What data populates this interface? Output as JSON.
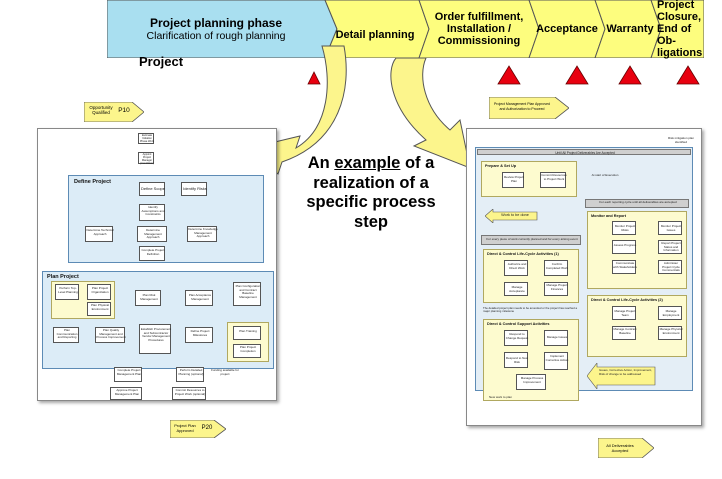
{
  "phases": {
    "planning_title": "Project planning phase",
    "planning_sub": "Clarification of rough planning",
    "detail": "Detail planning",
    "order_line1": "Order fulfillment,",
    "order_line2": "Installation /",
    "order_line3": "Commissioning",
    "acceptance": "Acceptance",
    "warranty": "Warranty",
    "closure_line1": "Project",
    "closure_line2": "Closure,",
    "closure_line3": "End of Ob-",
    "closure_line4": "ligations"
  },
  "project_label": "Project",
  "example": {
    "pre": "An ",
    "underlined": "example",
    "post": " of a",
    "line2": "realization of a",
    "line3": "specific process",
    "line4": "step"
  },
  "colors": {
    "bar_blue": "#a9dff0",
    "bar_yellow": "#fdfd7e",
    "milestone_red": "#e8000f",
    "arrow_yellow": "#fcf58c",
    "panel_blue": "#dcecf7"
  },
  "left_doc": {
    "flag_top_line1": "Opportunity",
    "flag_top_line2": "Qualified",
    "flag_top_code": "P10",
    "flag_bottom_line1": "Project Plan",
    "flag_bottom_line2": "Approved",
    "flag_bottom_code": "P20",
    "define_title": "Define Project",
    "plan_title": "Plan Project",
    "boxes": {
      "estimate": "Estimate Initiation Phase Work",
      "appoint": "Appoint Project Manager (Candidate)",
      "define_scope": "Define Scope",
      "identify_risks": "Identify Risks",
      "identify_assumptions": "Identify Assumptions and Constraints",
      "determine_technical": "Determine Technical Approach",
      "determine_management": "Determine Management Approach",
      "determine_knowledge": "Determine Knowledge Management Approach",
      "complete_definition": "Complete Project Definition",
      "perform_toplevel": "Perform Top-Level Planning",
      "plan_organization": "Plan Project Organization",
      "plan_environment": "Plan Physical Environment",
      "plan_risk": "Plan Risk Management",
      "plan_acceptance": "Plan Acceptance Management",
      "plan_configuration": "Plan Configuration and Contract Baseline Management",
      "plan_communication": "Plan Communication and Reporting",
      "plan_quality": "Plan Quality Management and Process Improvement",
      "establish_procurement": "Establish Procurement and Subcontractor Vendor Management Procedures",
      "define_milestones": "Define Project Milestones",
      "plan_training": "Plan Training",
      "plan_completion": "Plan Project Completion",
      "complete_plan": "Complete Project Management Plan",
      "perform_schedule": "Perform Detailed Planning (optional)",
      "funding": "Funding available for project",
      "approve_plan": "Approve Project Management Plan",
      "commit_resources": "Commit Resources to Project Work (optional)"
    }
  },
  "right_doc": {
    "flag_top_line1": "Project Management Plan Approved",
    "flag_top_line2": "and Authorization to Proceed",
    "risk_note": "Risk mitigation plan identified",
    "header": "Until All Project Deliverables Are Accepted",
    "prepare_title": "Prepare & Set Up",
    "review_plan": "Review Project Plan",
    "commit_resources": "Commit Resources to Project Work",
    "work_done": "Work to be done",
    "start_execution": "At start of Execution",
    "periodic_header": "For each reporting cycle until all deliverables are accepted",
    "monitor_title": "Monitor and Report",
    "monitor_risks": "Monitor Project Risks",
    "monitor_issues": "Monitor Project Issues",
    "assess_progress": "Assess Progress",
    "report_status": "Report Project Status and Information",
    "communicate": "Communicate with Stakeholders",
    "administer": "Administer Project Cycle Commercials",
    "direct_header": "For every piece of work currently planned and for every arising event",
    "direct_title1": "Direct & Control Life-Cycle Activities (1)",
    "authorize": "Authorize and Direct Work",
    "confirm": "Confirm Completed Work",
    "manage_acceptance": "Manage Acceptance",
    "manage_finances": "Manage Project Finances",
    "direct_note": "The detailed project plan needs to be amended or the project has reached a major planning milestone",
    "support_title": "Direct & Control Support Activities",
    "respond_change": "Respond to Change Request",
    "manage_issues": "Manage Issues",
    "respond_risk": "Respond to New Risk",
    "implement": "Implement Corrective Action",
    "manage_improvement": "Manage Process Improvement",
    "direct_title2": "Direct & Control Life-Cycle Activities (2)",
    "manage_team": "Manage Project Team",
    "manage_employment": "Manage Employment",
    "manage_contract": "Manage Contract Baseline",
    "manage_physical": "Manage Physical Environment",
    "issue_note": "Issues, Corrective Action, Improvement, Risk of change to be addressed",
    "new_work": "New work to plan",
    "flag_bottom_line1": "All Deliverables",
    "flag_bottom_line2": "Accepted"
  }
}
